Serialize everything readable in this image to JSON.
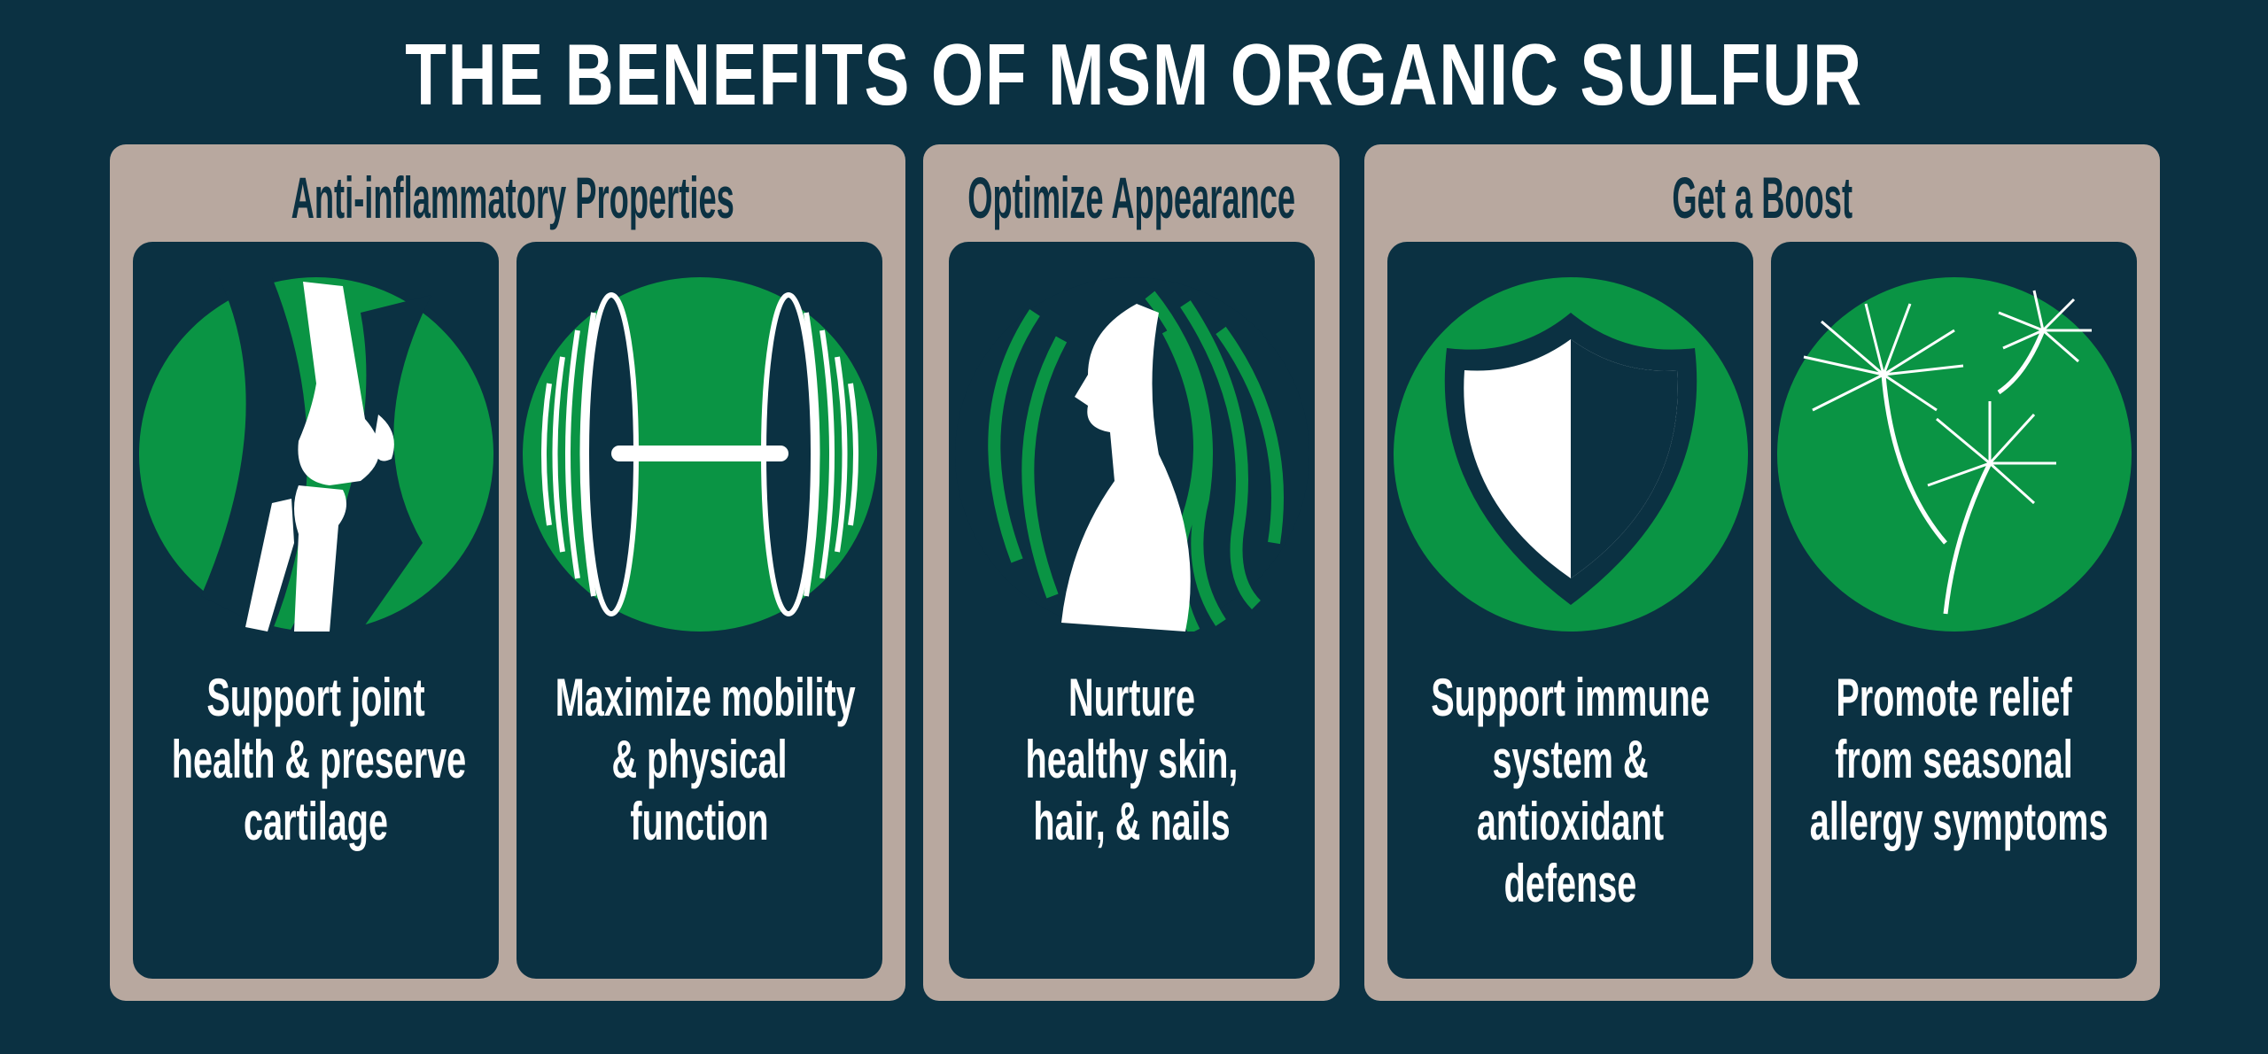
{
  "title": "THE BENEFITS OF MSM ORGANIC SULFUR",
  "colors": {
    "background": "#0b3142",
    "panel": "#b8a89f",
    "accent_green": "#0a9444",
    "text": "#ffffff"
  },
  "panels": [
    {
      "heading": "Anti-inflammatory Properties",
      "cards": [
        {
          "icon": "knee-joint-icon",
          "lines": [
            "Support joint",
            "health & preserve",
            "cartilage"
          ]
        },
        {
          "icon": "dumbbell-icon",
          "lines": [
            "Maximize mobility",
            "& physical",
            "function"
          ]
        }
      ]
    },
    {
      "heading": "Optimize Appearance",
      "cards": [
        {
          "icon": "woman-hair-icon",
          "lines": [
            "Nurture",
            "healthy skin,",
            "hair, & nails"
          ]
        }
      ]
    },
    {
      "heading": "Get a Boost",
      "cards": [
        {
          "icon": "shield-icon",
          "lines": [
            "Support immune",
            "system &",
            "antioxidant",
            "defense"
          ]
        },
        {
          "icon": "dandelion-seeds-icon",
          "lines": [
            "Promote relief",
            "from seasonal",
            "allergy symptoms"
          ]
        }
      ]
    }
  ]
}
